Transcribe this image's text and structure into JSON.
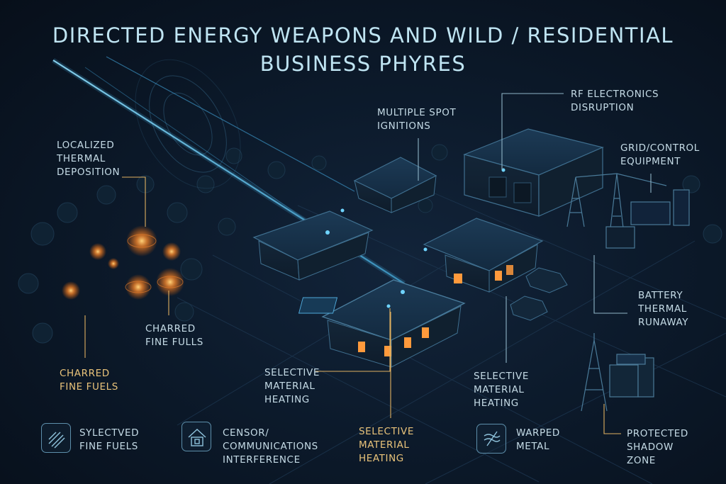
{
  "title": "DIRECTED ENERGY WEAPONS AND WILD / RESIDENTIAL\nBUSINESS PHYRES",
  "labels": {
    "localized_thermal": "LOCALIZED\nTHERMAL\nDEPOSITION",
    "multiple_spot": "MULTIPLE SPOT\nIGNITIONS",
    "rf_electronics": "RF ELECTRONICS\nDISRUPTION",
    "grid_control": "GRID/CONTROL\nEQUIPMENT",
    "battery_thermal": "BATTERY\nTHERMAL\nRUNAWAY",
    "charred_fine_fulls": "CHARRED\nFINE FULLS",
    "charred_fine_fuels": "CHARRED\nFINE FUELS",
    "selective_heating_1": "SELECTIVE\nMATERIAL\nHEATING",
    "selective_heating_2": "SELECTIVE\nMATERIAL\nHEATING",
    "selective_heating_3": "SELECTIVE\nMATERIAL\nHEATING",
    "protected_shadow": "PROTECTED\nSHADOW\nZONE"
  },
  "legend": {
    "fine_fuels": {
      "icon": "fuel-pattern-icon",
      "label": "SYLECTVED\nFINE FUELS"
    },
    "censor_comms": {
      "icon": "house-icon",
      "label": "CENSOR/\nCOMMUNICATIONS\nINTERFERENCE"
    },
    "warped_metal": {
      "icon": "warped-metal-icon",
      "label": "WARPED\nMETAL"
    }
  },
  "colors": {
    "background": "#0b1524",
    "beam": "#4fc3f7",
    "callout_cool": "#8fb4c6",
    "callout_warm": "#e0b060",
    "fire_glow": "#ff8a2a",
    "window_glow": "#ff9a3c",
    "structure_line": "#3f6f8f"
  }
}
